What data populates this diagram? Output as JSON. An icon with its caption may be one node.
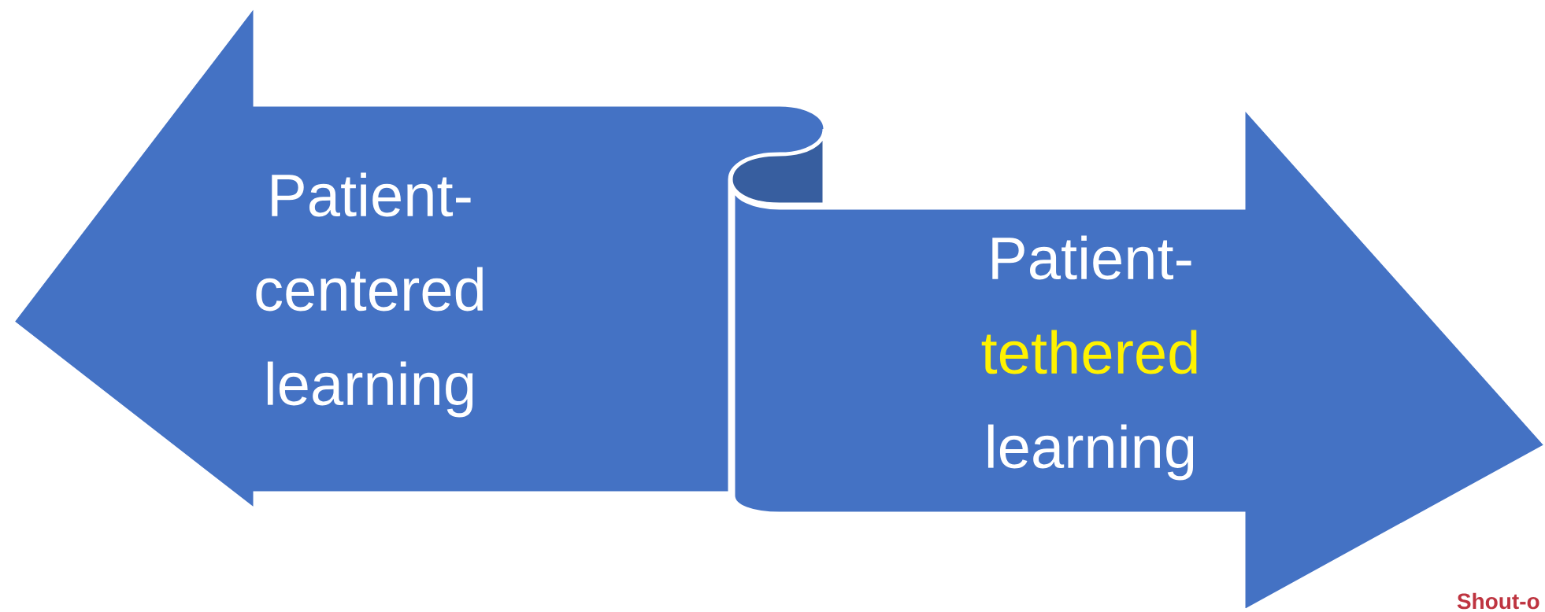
{
  "diagram": {
    "nodes": [
      {
        "text": [
          "Patient-centered learning"
        ]
      },
      {
        "text": [
          "Patient-**tethered** learning"
        ]
      }
    ],
    "labels": [
      "Shout-o"
    ]
  }
}
